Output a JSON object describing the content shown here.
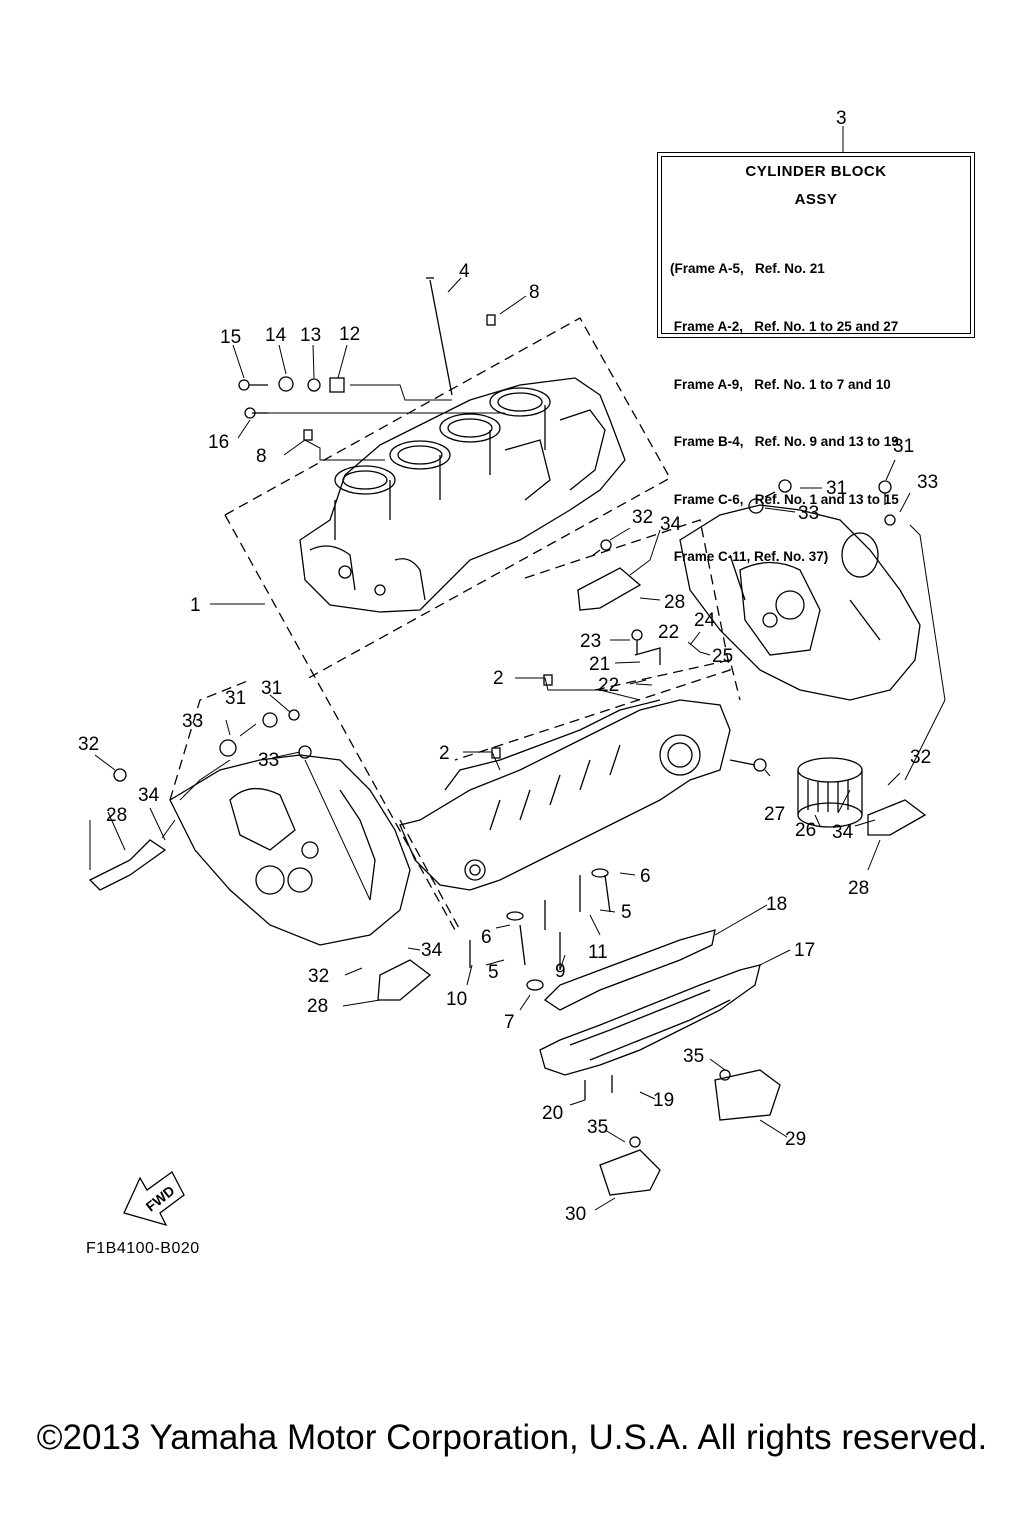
{
  "callout": {
    "ref": "3",
    "title_line1": "CYLINDER BLOCK",
    "title_line2": "ASSY",
    "lines": [
      "(Frame A-5,   Ref. No. 21",
      " Frame A-2,   Ref. No. 1 to 25 and 27",
      " Frame A-9,   Ref. No. 1 to 7 and 10",
      " Frame B-4,   Ref. No. 9 and 13 to 19",
      " Frame C-6,   Ref. No. 1 and 13 to 15",
      " Frame C-11, Ref. No. 37)"
    ]
  },
  "labels": {
    "l1": "1",
    "l2a": "2",
    "l2b": "2",
    "l4": "4",
    "l5a": "5",
    "l5b": "5",
    "l6a": "6",
    "l6b": "6",
    "l7": "7",
    "l8a": "8",
    "l8b": "8",
    "l9": "9",
    "l10": "10",
    "l11": "11",
    "l12": "12",
    "l13": "13",
    "l14": "14",
    "l15": "15",
    "l16": "16",
    "l17": "17",
    "l18": "18",
    "l19": "19",
    "l20": "20",
    "l21": "21",
    "l22a": "22",
    "l22b": "22",
    "l23": "23",
    "l24": "24",
    "l25": "25",
    "l26": "26",
    "l27": "27",
    "l28a": "28",
    "l28b": "28",
    "l28c": "28",
    "l28d": "28",
    "l29": "29",
    "l30": "30",
    "l31a": "31",
    "l31b": "31",
    "l31c": "31",
    "l31d": "31",
    "l32a": "32",
    "l32b": "32",
    "l32c": "32",
    "l32d": "32",
    "l33a": "33",
    "l33b": "33",
    "l33c": "33",
    "l33d": "33",
    "l34a": "34",
    "l34b": "34",
    "l34c": "34",
    "l34d": "34",
    "l35a": "35",
    "l35b": "35"
  },
  "fwd_label": "FWD",
  "figure_code": "F1B4100-B020",
  "copyright": "©2013 Yamaha Motor Corporation, U.S.A. All rights reserved."
}
